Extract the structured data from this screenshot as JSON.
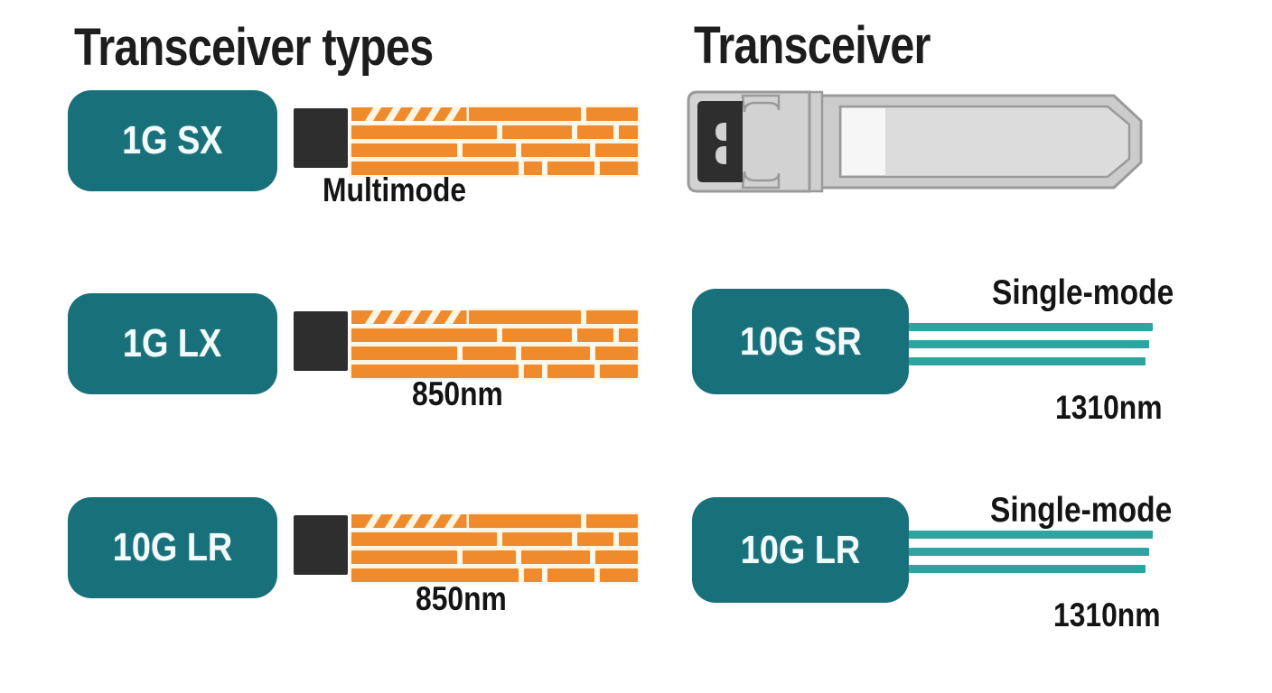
{
  "columns": {
    "left": {
      "title": "Transceiver types"
    },
    "right": {
      "title": "Transceiver"
    }
  },
  "left_rows": [
    {
      "badge_label": "1G SX",
      "cable_type": "multimode",
      "cable_color": "#ef8b2c",
      "top_caption": "",
      "bottom_caption": "Multimode"
    },
    {
      "badge_label": "1G LX",
      "cable_type": "multimode",
      "cable_color": "#ef8b2c",
      "top_caption": "",
      "bottom_caption": "850nm"
    },
    {
      "badge_label": "10G LR",
      "cable_type": "multimode",
      "cable_color": "#ef8b2c",
      "top_caption": "",
      "bottom_caption": "850nm"
    }
  ],
  "right_rows": [
    {
      "badge_label": "",
      "cable_type": "sfp-module",
      "top_caption": "",
      "bottom_caption": ""
    },
    {
      "badge_label": "10G SR",
      "cable_type": "single-mode",
      "cable_color": "#2fa3a0",
      "top_caption": "Single-mode",
      "bottom_caption": "1310nm"
    },
    {
      "badge_label": "10G LR",
      "cable_type": "single-mode",
      "cable_color": "#2fa3a0",
      "top_caption": "Single-mode",
      "bottom_caption": "1310nm"
    }
  ],
  "colors": {
    "background": "#ffffff",
    "badge_teal": "#18707a",
    "badge_text": "#f2fbfb",
    "multimode_orange": "#ef8b2c",
    "multimode_gap": "#fdf4e2",
    "connector_dark": "#2e2e2e",
    "singlemode_teal": "#2fa3a0",
    "text_dark": "#141414",
    "module_gray": "#c9c9c9",
    "module_light": "#f4f4f4",
    "module_outline": "#9a9a9a"
  }
}
